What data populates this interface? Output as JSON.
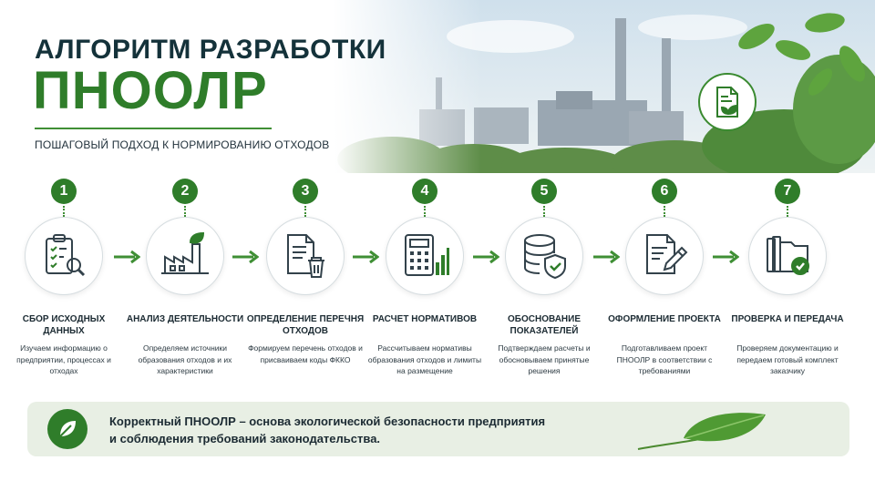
{
  "header": {
    "title_line1": "АЛГОРИТМ РАЗРАБОТКИ",
    "title_line2": "ПНООЛР",
    "subtitle": "ПОШАГОВЫЙ ПОДХОД К НОРМИРОВАНИЮ ОТХОДОВ",
    "badge_icon": "document-leaf-icon"
  },
  "colors": {
    "accent": "#2f7d2a",
    "title_dark": "#14323a",
    "banner_bg": "#e8efe4"
  },
  "steps": [
    {
      "number": "1",
      "icon": "clipboard-checklist-magnifier-icon",
      "title": "СБОР ИСХОДНЫХ ДАННЫХ",
      "description": "Изучаем информацию о предприятии, процессах и отходах"
    },
    {
      "number": "2",
      "icon": "factory-leaf-icon",
      "title": "АНАЛИЗ ДЕЯТЕЛЬНОСТИ",
      "description": "Определяем источники образования отходов и их характеристики"
    },
    {
      "number": "3",
      "icon": "document-trash-icon",
      "title": "ОПРЕДЕЛЕНИЕ ПЕРЕЧНЯ ОТХОДОВ",
      "description": "Формируем перечень отходов и присваиваем коды ФККО"
    },
    {
      "number": "4",
      "icon": "calculator-chart-icon",
      "title": "РАСЧЕТ НОРМАТИВОВ",
      "description": "Рассчитываем нормативы образования отходов и лимиты на размещение"
    },
    {
      "number": "5",
      "icon": "database-shield-icon",
      "title": "ОБОСНОВАНИЕ ПОКАЗАТЕЛЕЙ",
      "description": "Подтверждаем расчеты и обосновываем принятые решения"
    },
    {
      "number": "6",
      "icon": "document-pen-icon",
      "title": "ОФОРМЛЕНИЕ ПРОЕКТА",
      "description": "Подготавливаем проект ПНООЛР в соответствии с требованиями"
    },
    {
      "number": "7",
      "icon": "folder-check-icon",
      "title": "ПРОВЕРКА И ПЕРЕДАЧА",
      "description": "Проверяем документацию и передаем готовый комплект заказчику"
    }
  ],
  "banner": {
    "line1": "Корректный ПНООЛР – основа экологической безопасности предприятия",
    "line2": "и соблюдения требований законодательства.",
    "icon": "leaf-icon"
  }
}
